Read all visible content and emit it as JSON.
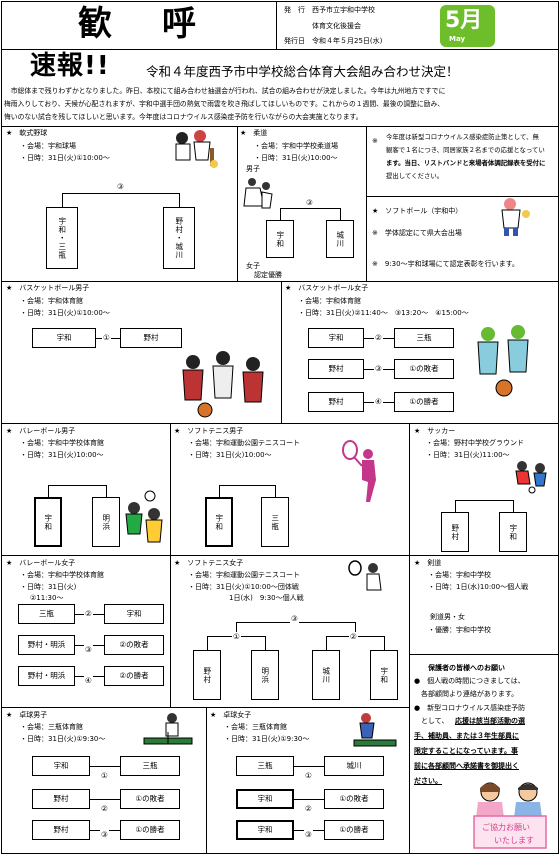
{
  "header": {
    "title": "歓　呼",
    "issuer": "発　行　西予市立宇和中学校",
    "dept": "体育文化後援会",
    "date": "発行日　令和４年５月25日(水)",
    "badge_num": "5月",
    "badge_en": "May"
  },
  "headline": {
    "flash": "速報!!",
    "title": "令和４年度西予市中学校総合体育大会組み合わせ決定！"
  },
  "intro": [
    "　市総体まで残りわずかとなりました。昨日、本校にて組み合わせ抽選会が行われ、試合の組み合わせが決定しました。今年は九州地方ですでに",
    "梅雨入りしており、天候が心配されますが、宇和中選手団の熱気で雨雲を吹き飛ばしてほしいものです。これからの１週間、最後の調整に励み、",
    "悔いのない試合を残してほしいと思います。今年度はコロナウイルス感染症予防を行いながらの大会実施となります。"
  ],
  "baseball": {
    "title": "★　軟式野球",
    "venue": "・会場：宇和球場",
    "date": "・日時：31日(火)①10:00～",
    "match": "③",
    "teamA": "宇和・三瓶",
    "teamB": "野村・城川"
  },
  "judo": {
    "title": "★　柔道",
    "venue": "・会場：宇和中学校柔道場",
    "date": "・日時：31日(火)10:00～",
    "boys": "男子",
    "match": "③",
    "teamA": "宇和",
    "teamB": "城川",
    "girls": "女子",
    "girls_result": "認定優勝"
  },
  "note": {
    "mark": "※",
    "lines": [
      "今年度は新型コロナウイルス感染症防止策として、無",
      "観客で１名につき、同居家族２名までの応援となってい",
      "ます。当日、リストバンドと来場者体調記録表を受付に",
      "提出してください。"
    ]
  },
  "softball": {
    "title": "★　ソフトボール（宇和中）",
    "line1": "※　学体認定にて県大会出場",
    "line2": "※　9:30～宇和球場にて認定表彰を行います。"
  },
  "bb_boys": {
    "title": "★　バスケットボール男子",
    "venue": "・会場：宇和体育館",
    "date": "・日時：31日(火)①10:00～",
    "teamA": "宇和",
    "match": "①",
    "teamB": "野村"
  },
  "bb_girls": {
    "title": "★　バスケットボール女子",
    "venue": "・会場：宇和体育館",
    "date": "・日時：31日(火)②11:40～　③13:20～　④15:00～",
    "rows": [
      {
        "a": "宇和",
        "m": "②",
        "b": "三瓶"
      },
      {
        "a": "野村",
        "m": "③",
        "b": "①の敗者"
      },
      {
        "a": "野村",
        "m": "④",
        "b": "①の勝者"
      }
    ]
  },
  "vb_boys": {
    "title": "★　バレーボール男子",
    "venue": "・会場：宇和中学校体育館",
    "date": "・日時：31日(火)10:00～",
    "teamA": "宇和",
    "teamB": "明浜"
  },
  "st_boys": {
    "title": "★　ソフトテニス男子",
    "venue": "・会場：宇和運動公園テニスコート",
    "date": "・日時：31日(火)10:00～",
    "teamA": "宇和",
    "teamB": "三瓶"
  },
  "soccer": {
    "title": "★　サッカー",
    "venue": "・会場：野村中学校グラウンド",
    "date": "・日時：31日(火)11:00～",
    "teamA": "野村",
    "teamB": "宇和"
  },
  "vb_girls": {
    "title": "★　バレーボール女子",
    "venue": "・会場：宇和中学校体育館",
    "date1": "・日時：31日(火)",
    "date2": "②11:30～",
    "rows": [
      {
        "a": "三瓶",
        "m": "②",
        "b": "宇和"
      },
      {
        "a": "野村・明浜",
        "m": "③",
        "b": "②の敗者"
      },
      {
        "a": "野村・明浜",
        "m": "④",
        "b": "②の勝者"
      }
    ]
  },
  "st_girls": {
    "title": "★　ソフトテニス女子",
    "venue": "・会場：宇和運動公園テニスコート",
    "date1": "・日時：31日(火)①10:00～団体戦",
    "date2": "1日(水)　9:30～個人戦",
    "m_top": "③",
    "m_left": "①",
    "m_right": "②",
    "teams": [
      "野村",
      "明浜",
      "城川",
      "宇和"
    ]
  },
  "kendo": {
    "title": "★　剣道",
    "venue": "・会場：宇和中学校",
    "date": "・日時：1日(水)10:00～個人戦",
    "title2": "剣道男・女",
    "result": "・優勝：宇和中学校"
  },
  "tt_boys": {
    "title": "★　卓球男子",
    "venue": "・会場：三瓶体育館",
    "date": "・日時：31日(火)①9:30～",
    "rows": [
      {
        "a": "宇和",
        "m": "①",
        "b": "三瓶"
      },
      {
        "a": "野村",
        "m": "②",
        "b": "①の敗者"
      },
      {
        "a": "野村",
        "m": "③",
        "b": "①の勝者"
      }
    ]
  },
  "tt_girls": {
    "title": "★　卓球女子",
    "venue": "・会場：三瓶体育館",
    "date": "・日時：31日(火)①9:30～",
    "rows": [
      {
        "a": "三瓶",
        "m": "①",
        "b": "城川"
      },
      {
        "a": "宇和",
        "m": "②",
        "b": "①の敗者"
      },
      {
        "a": "宇和",
        "m": "③",
        "b": "①の勝者"
      }
    ]
  },
  "parents": {
    "title": "保護者の皆様へのお願い",
    "b1": [
      "●　個人戦の時間につきましては、",
      "　各部顧問より連絡があります。"
    ],
    "b2": [
      "●　新型コロナウイルス感染症予防",
      "　として、",
      "応援は該当部活動の選",
      "手、補助員、または３年生部員に",
      "限定することになっています。事",
      "前に各部顧問へ承諾書を御提出く",
      "ださい。"
    ],
    "sign1": "ご協力お願い",
    "sign2": "いたします"
  },
  "colors": {
    "badge": "#6dbe2a",
    "border": "#000000"
  }
}
